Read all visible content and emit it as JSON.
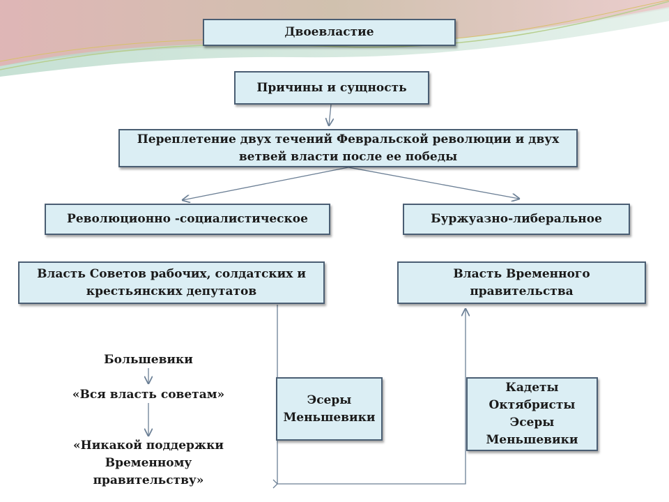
{
  "title": "Двоевластие",
  "causes": "Причины и сущность",
  "essence": "Переплетение двух течений Февральской революции и двух\nветвей власти после ее победы",
  "branch_left": "Революционно -социалистическое",
  "branch_right": "Буржуазно-либеральное",
  "power_left": "Власть Советов рабочих, солдатских и\nкрестьянских депутатов",
  "power_right": "Власть Временного\nправительства",
  "bolsheviks": {
    "name": "Большевики",
    "slogan1": "«Вся власть советам»",
    "slogan2": "«Никакой поддержки\nВременному\nправительству»"
  },
  "parties_middle": "Эсеры\nМеньшевики",
  "parties_right": "Кадеты\nОктябристы\nЭсеры\nМеньшевики",
  "colors": {
    "box_fill": "#dbeef4",
    "box_border": "#4a5e73",
    "arrow": "#6b7f95"
  }
}
